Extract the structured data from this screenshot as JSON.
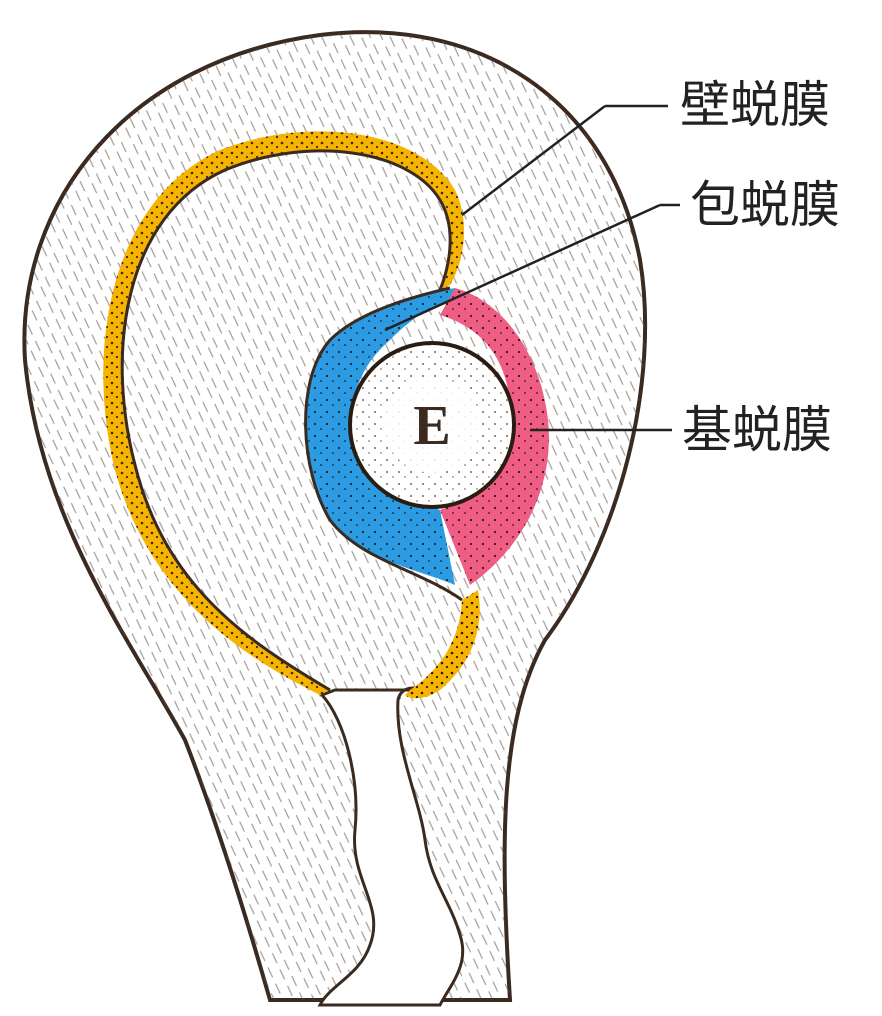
{
  "diagram": {
    "labels": {
      "parietal_decidua": "壁蜕膜",
      "capsular_decidua": "包蜕膜",
      "basal_decidua": "基蜕膜"
    },
    "embryo_label": "E"
  },
  "colors": {
    "outline": "#3a2a1f",
    "wall_fill": "#ffffff",
    "parietal": "#f6b300",
    "capsular": "#2b9be3",
    "basal": "#ef5d84",
    "stipple": "#2b1c12",
    "leader": "#222222"
  }
}
